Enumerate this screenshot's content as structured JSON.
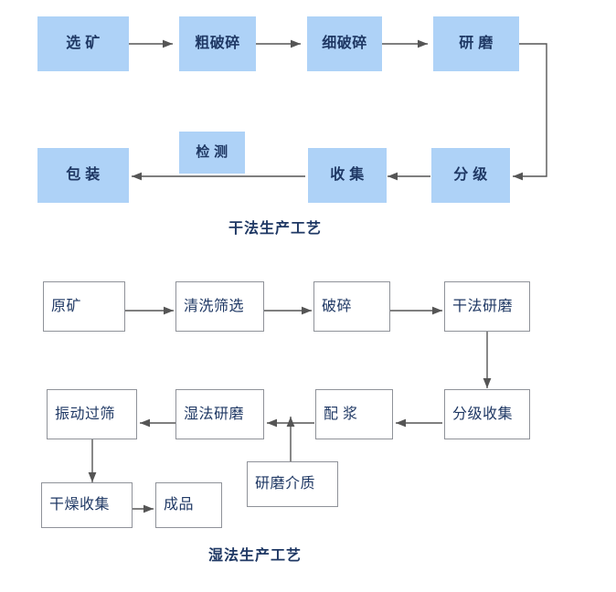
{
  "diagram": {
    "title_top": "干法生产工艺",
    "title_bottom": "湿法生产工艺",
    "colors": {
      "box_fill": "#aed2f7",
      "text": "#1f3864",
      "border": "#8f9299",
      "arrow": "#555555",
      "background": "#ffffff"
    }
  },
  "dry_process": {
    "caption": "干法生产工艺",
    "nodes": [
      {
        "id": "xuankuang",
        "label": "选 矿",
        "style": "filled"
      },
      {
        "id": "cuposui",
        "label": "粗破碎",
        "style": "filled"
      },
      {
        "id": "xiposui",
        "label": "细破碎",
        "style": "filled"
      },
      {
        "id": "yanmo",
        "label": "研 磨",
        "style": "filled"
      },
      {
        "id": "fenji",
        "label": "分 级",
        "style": "filled"
      },
      {
        "id": "shouji",
        "label": "收 集",
        "style": "filled"
      },
      {
        "id": "jiance",
        "label": "检 测",
        "style": "filled"
      },
      {
        "id": "baozhuang",
        "label": "包 装",
        "style": "filled"
      }
    ],
    "edges": [
      {
        "from": "选 矿",
        "to": "粗破碎"
      },
      {
        "from": "粗破碎",
        "to": "细破碎"
      },
      {
        "from": "细破碎",
        "to": "研 磨"
      },
      {
        "from": "研 磨",
        "to": "分 级"
      },
      {
        "from": "分 级",
        "to": "收 集"
      },
      {
        "from": "收 集",
        "to": "包 装"
      }
    ]
  },
  "wet_process": {
    "caption": "湿法生产工艺",
    "nodes": [
      {
        "id": "yuankuang",
        "label": "原矿",
        "style": "outlined"
      },
      {
        "id": "qingxishaixuan",
        "label": "清洗筛选",
        "style": "outlined"
      },
      {
        "id": "posui",
        "label": "破碎",
        "style": "outlined"
      },
      {
        "id": "ganfayanmo",
        "label": "干法研磨",
        "style": "outlined"
      },
      {
        "id": "fenjishouji",
        "label": "分级收集",
        "style": "outlined"
      },
      {
        "id": "peijiang",
        "label": "配 浆",
        "style": "outlined"
      },
      {
        "id": "shifayanmo",
        "label": "湿法研磨",
        "style": "outlined"
      },
      {
        "id": "zhendongguoshai",
        "label": "振动过筛",
        "style": "outlined"
      },
      {
        "id": "ganzaoshouji",
        "label": "干燥收集",
        "style": "outlined"
      },
      {
        "id": "chengpin",
        "label": "成品",
        "style": "outlined"
      },
      {
        "id": "yanmojiezhi",
        "label": "研磨介质",
        "style": "outlined"
      }
    ],
    "edges": [
      {
        "from": "原矿",
        "to": "清洗筛选"
      },
      {
        "from": "清洗筛选",
        "to": "破碎"
      },
      {
        "from": "破碎",
        "to": "干法研磨"
      },
      {
        "from": "干法研磨",
        "to": "分级收集"
      },
      {
        "from": "分级收集",
        "to": "配 浆"
      },
      {
        "from": "配 浆",
        "to": "湿法研磨"
      },
      {
        "from": "湿法研磨",
        "to": "振动过筛"
      },
      {
        "from": "振动过筛",
        "to": "干燥收集"
      },
      {
        "from": "干燥收集",
        "to": "成品"
      },
      {
        "from": "研磨介质",
        "to": "配 浆 line"
      }
    ]
  }
}
